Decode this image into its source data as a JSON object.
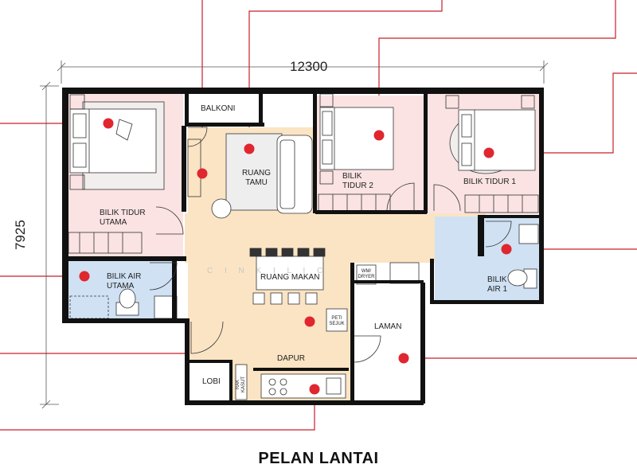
{
  "title": "PELAN LANTAI",
  "dimensions": {
    "width": "12300",
    "height": "7925"
  },
  "rooms": {
    "balkoni": "BALKONI",
    "ruang_tamu": "RUANG TAMU",
    "bilik_tidur_2": "BILIK TIDUR 2",
    "bilik_tidur_1": "BILIK TIDUR 1",
    "bilik_tidur_utama": "BILIK TIDUR UTAMA",
    "bilik_air_utama": "BILIK AIR UTAMA",
    "bilik_air_1": "BILIK AIR 1",
    "ruang_makan": "RUANG MAKAN",
    "laman": "LAMAN",
    "dapur": "DAPUR",
    "lobi": "LOBI"
  },
  "fixtures": {
    "peti_sejuk": "PETI SEJUK",
    "rak_kasut": "RAK KASUT",
    "w_m_dryer": "WM/ DRYER"
  },
  "watermark": "C I N K I L I C",
  "colors": {
    "marker": "#e0262f",
    "leader": "#c8202a",
    "wall": "#111111",
    "bedroom_floor": "#fbe3e3",
    "bath_floor": "#cfe1f3",
    "common_floor": "#fbe4c4",
    "laman_floor": "#ffffff"
  }
}
